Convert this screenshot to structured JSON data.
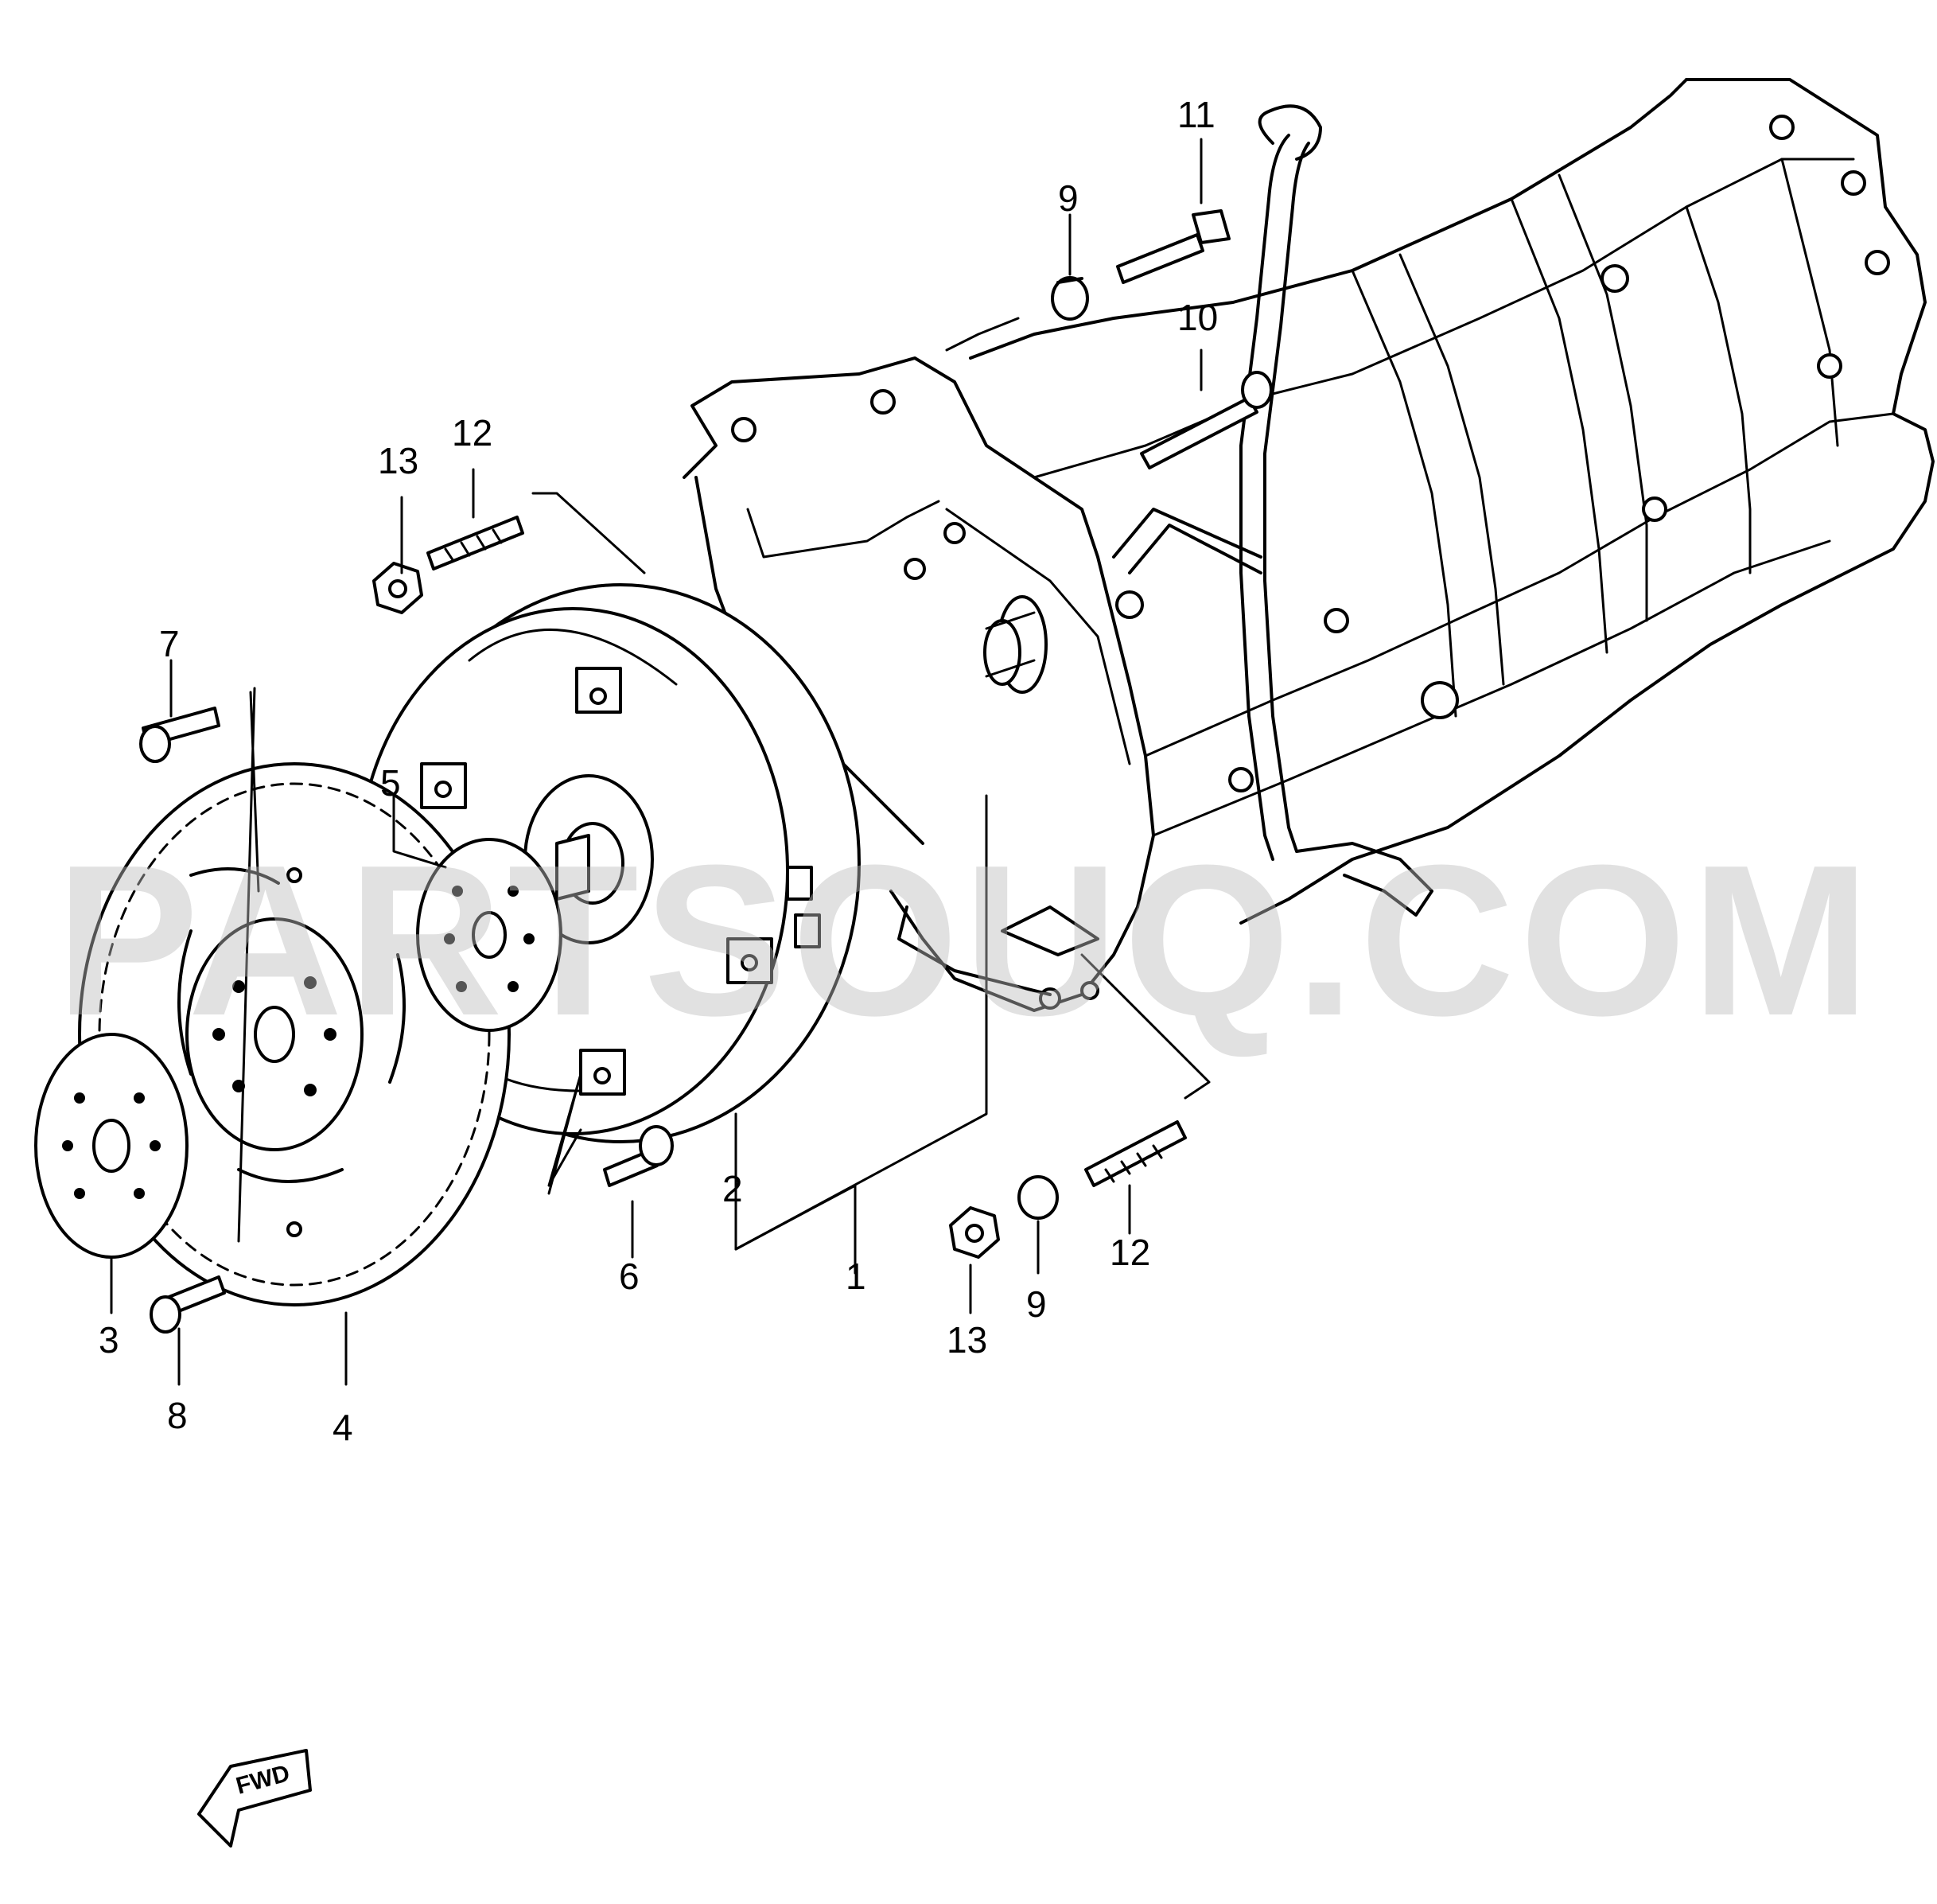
{
  "diagram": {
    "watermark": "PARTSOUQ.COM",
    "direction_badge": "FWD",
    "callouts": [
      {
        "id": "c1",
        "label": "1"
      },
      {
        "id": "c2",
        "label": "2"
      },
      {
        "id": "c3",
        "label": "3"
      },
      {
        "id": "c4",
        "label": "4"
      },
      {
        "id": "c5",
        "label": "5"
      },
      {
        "id": "c6",
        "label": "6"
      },
      {
        "id": "c7",
        "label": "7"
      },
      {
        "id": "c8",
        "label": "8"
      },
      {
        "id": "c9a",
        "label": "9"
      },
      {
        "id": "c9b",
        "label": "9"
      },
      {
        "id": "c10",
        "label": "10"
      },
      {
        "id": "c11",
        "label": "11"
      },
      {
        "id": "c12a",
        "label": "12"
      },
      {
        "id": "c12b",
        "label": "12"
      },
      {
        "id": "c13a",
        "label": "13"
      },
      {
        "id": "c13b",
        "label": "13"
      }
    ]
  }
}
